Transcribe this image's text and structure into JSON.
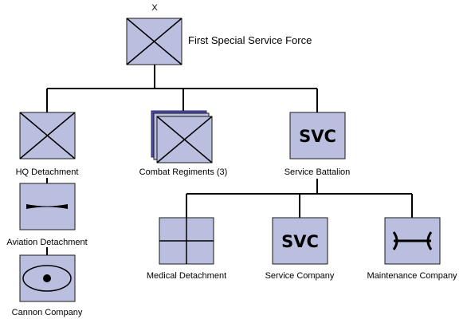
{
  "hq": {
    "echelon": "X",
    "title": "First Special Service Force"
  },
  "units": {
    "hq_detachment": {
      "label": "HQ Detachment",
      "icon": "infantry-cross-icon"
    },
    "combat_regiments": {
      "label": "Combat Regiments (3)",
      "icon": "infantry-cross-stacked-icon"
    },
    "service_battalion": {
      "label": "Service Battalion",
      "symbol_text": "SVC",
      "icon": "service-icon"
    },
    "aviation_detachment": {
      "label": "Aviation Detachment",
      "icon": "aviation-icon"
    },
    "cannon_company": {
      "label": "Cannon Company",
      "icon": "artillery-icon"
    },
    "medical_detachment": {
      "label": "Medical Detachment",
      "icon": "medical-cross-icon"
    },
    "service_company": {
      "label": "Service Company",
      "symbol_text": "SVC",
      "icon": "service-icon"
    },
    "maintenance_company": {
      "label": "Maintenance Company",
      "icon": "maintenance-icon"
    }
  },
  "colors": {
    "symbol_fill": "#bbbfdf",
    "stack_back_fill": "#4b4fa6",
    "line": "#000000"
  }
}
